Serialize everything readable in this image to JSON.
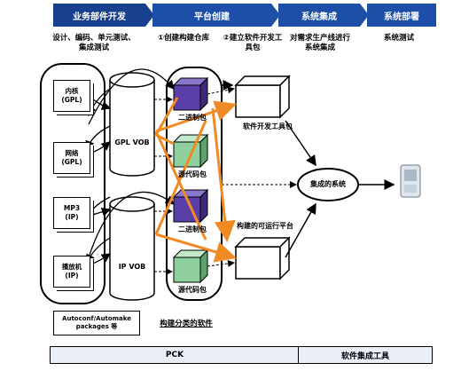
{
  "phases": [
    {
      "name": "业务部件开发",
      "desc": "设计、编码、单元测试、集成测试"
    },
    {
      "name": "平台创建",
      "desc_left": "①创建构建仓库",
      "desc_right": "②建立软件开发工具包"
    },
    {
      "name": "系统集成",
      "desc": "对需求生产线进行系统集成"
    },
    {
      "name": "系统部署",
      "desc": "系统测试"
    }
  ],
  "components": [
    {
      "name": "内核",
      "tag": "(GPL)"
    },
    {
      "name": "网络",
      "tag": "(GPL)"
    },
    {
      "name": "MP3",
      "tag": "(IP)"
    },
    {
      "name": "播放机",
      "tag": "(IP)"
    }
  ],
  "repositories": [
    {
      "name": "GPL VOB"
    },
    {
      "name": "IP VOB"
    }
  ],
  "packages": [
    {
      "label": "二进制包",
      "color": "#5b3fa8"
    },
    {
      "label": "源代码包",
      "color": "#8fd19e"
    },
    {
      "label": "二进制包",
      "color": "#5b3fa8"
    },
    {
      "label": "源代码包",
      "color": "#8fd19e"
    }
  ],
  "outputs": {
    "sdk": "软件开发工具包",
    "platform": "构建的可运行平台",
    "integrated": "集成的系统"
  },
  "legend": {
    "box": "Autoconf/Automake packages 等",
    "caption": "构建分类的软件"
  },
  "footer": {
    "left": "PCK",
    "right": "软件集成工具"
  },
  "colors": {
    "banner": "#1d4fa8",
    "arrow_orange": "#f08a24",
    "purple_box": "#5b3fa8",
    "green_box": "#8fd19e"
  },
  "icons": [
    "device-icon"
  ]
}
